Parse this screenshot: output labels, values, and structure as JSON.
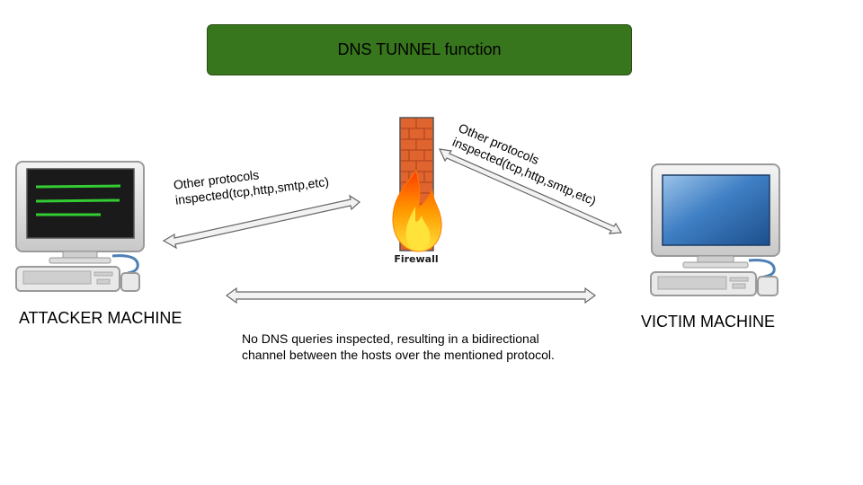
{
  "title": "DNS TUNNEL function",
  "nodes": {
    "attacker": {
      "label": "ATTACKER MACHINE"
    },
    "victim": {
      "label": "VICTIM MACHINE"
    },
    "firewall": {
      "label": "Firewall"
    }
  },
  "edges": {
    "left_label_line1": "Other protocols",
    "left_label_line2": "inspected(tcp,http,smtp,etc)",
    "right_label_line1": "Other protocols",
    "right_label_line2": "inspected(tcp,http,smtp,etc)",
    "dns_note_line1": "No DNS queries inspected, resulting in a bidirectional",
    "dns_note_line2": "channel between the hosts over the mentioned protocol."
  },
  "colors": {
    "title_bg": "#38761d",
    "terminal_text": "#33cc33",
    "victim_screen": "#2f6fb3",
    "brick": "#e0642e",
    "flame": "#ff8a00"
  },
  "icons": [
    "terminal-computer-icon",
    "desktop-computer-icon",
    "firewall-icon"
  ]
}
